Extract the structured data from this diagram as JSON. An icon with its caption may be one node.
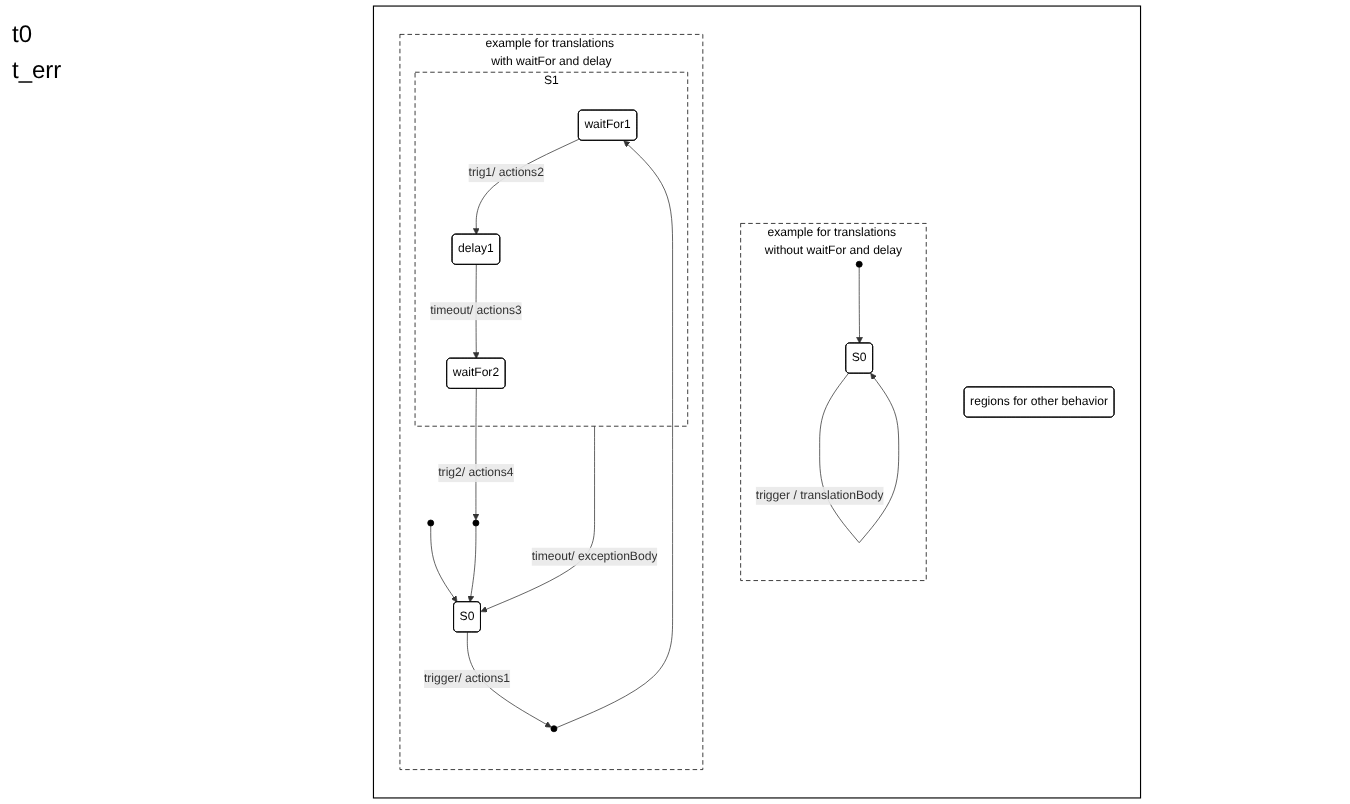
{
  "diagram": {
    "nodes": [
      {
        "text": [],
        "shape": "box"
      },
      {
        "text": [
          "regions for other behavior"
        ],
        "in": 0
      },
      {
        "text": [
          "example for translations without waitFor and delay"
        ],
        "in": 0
      },
      {
        "text": [],
        "shape": "circle",
        "in": 2
      },
      {
        "text": [
          "S0"
        ],
        "in": 2
      },
      {
        "text": [
          "example for translations with waitFor and delay"
        ],
        "in": 0
      },
      {
        "text": [],
        "shape": "circle",
        "in": 5
      },
      {
        "text": [
          "S0"
        ],
        "in": 5
      },
      {
        "text": [
          "S1"
        ],
        "in": 5
      },
      {
        "text": [],
        "shape": "circle",
        "in": 5
      },
      {
        "text": [
          "waitFor1"
        ],
        "in": 8
      },
      {
        "text": [
          "delay1"
        ],
        "in": 8
      },
      {
        "text": [
          "waitFor2"
        ],
        "in": 8
      },
      {
        "text": [],
        "shape": "circle",
        "in": 5
      }
    ],
    "edges": [
      {
        "from": 3,
        "to": 4,
        "arrow": "to"
      },
      {
        "from": 4,
        "to": 4,
        "arrow": "to",
        "label": "trigger / translationBody"
      },
      {
        "from": 6,
        "to": 7,
        "arrow": "to"
      },
      {
        "from": 7,
        "to": 9,
        "arrow": "to",
        "label": "trigger/ actions1"
      },
      {
        "from": 9,
        "to": 10,
        "arrow": "to"
      },
      {
        "from": 10,
        "to": 11,
        "arrow": "to",
        "label": "trig1/ actions2"
      },
      {
        "from": 11,
        "to": 12,
        "arrow": "to",
        "label": "timeout/ actions3"
      },
      {
        "from": 12,
        "to": 13,
        "arrow": "to",
        "label": "trig2/ actions4"
      },
      {
        "from": 13,
        "to": 7,
        "arrow": "to"
      },
      {
        "from": 8,
        "to": 7,
        "arrow": "to",
        "label": "timeout/ exceptionBody"
      }
    ],
    "labels": [
      "t0",
      "t_err"
    ]
  }
}
